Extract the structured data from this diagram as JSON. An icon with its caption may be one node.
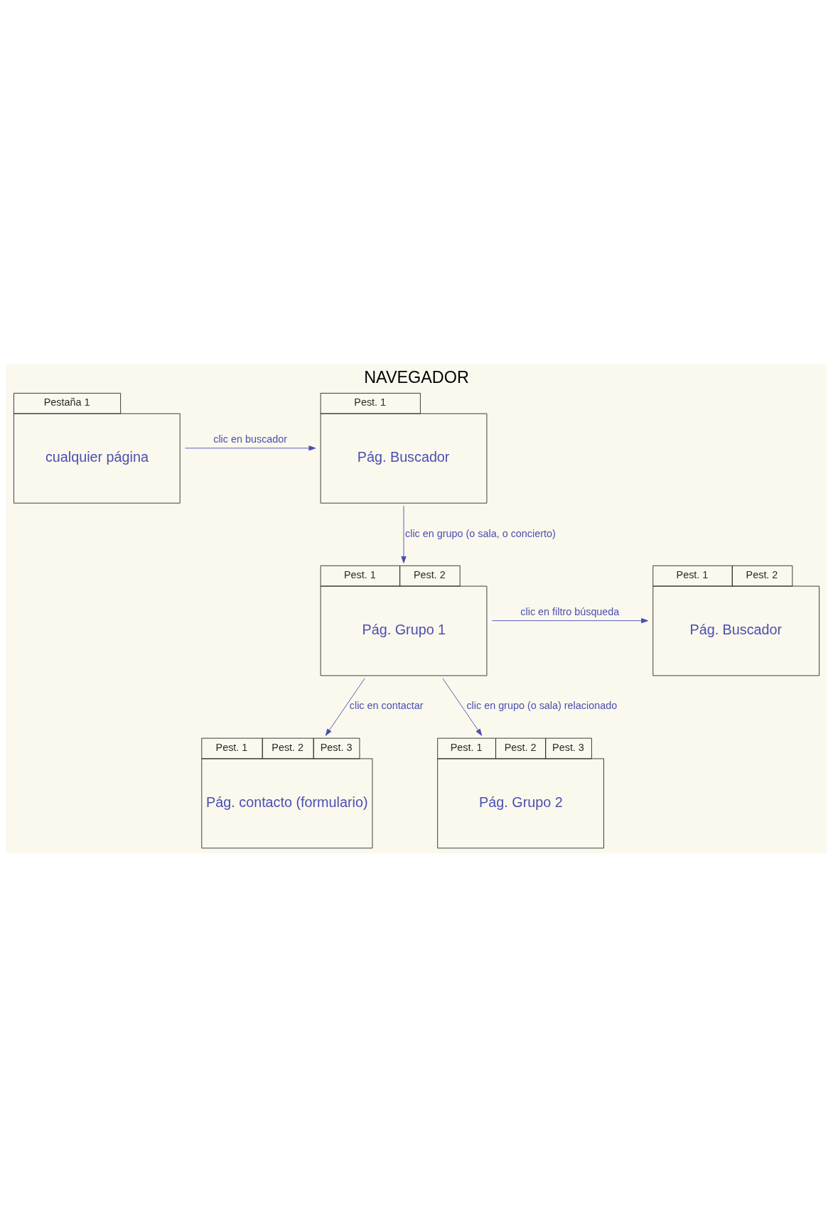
{
  "diagram": {
    "title": "NAVEGADOR",
    "nodes": [
      {
        "text": [
          "Pestaña 1",
          "cualquier página"
        ]
      },
      {
        "text": [
          "Pest. 1",
          "Pág. Buscador"
        ]
      },
      {
        "text": [
          "Pest. 1",
          "Pest. 2",
          "Pág. Buscador"
        ]
      },
      {
        "text": [
          "Pest. 1",
          "Pest. 2",
          "Pág. Grupo 1"
        ]
      },
      {
        "text": [
          "Pest. 1",
          "Pest. 2",
          "Pest. 3",
          "Pág. contacto (formulario)"
        ]
      },
      {
        "text": [
          "Pest. 1",
          "Pest. 2",
          "Pest. 3",
          "Pág. Grupo 2"
        ]
      }
    ],
    "edges": [
      {
        "from": 0,
        "to": 1,
        "arrow": "to",
        "label": "clic en buscador"
      },
      {
        "from": 1,
        "to": 3,
        "arrow": "to",
        "label": "clic en grupo (o sala, o concierto)"
      },
      {
        "from": 3,
        "to": 2,
        "arrow": "to",
        "label": "clic en filtro búsqueda"
      },
      {
        "from": 3,
        "to": 4,
        "arrow": "to",
        "label": "clic en contactar"
      },
      {
        "from": 3,
        "to": 5,
        "arrow": "to",
        "label": "clic en grupo (o sala) relacionado"
      }
    ]
  }
}
